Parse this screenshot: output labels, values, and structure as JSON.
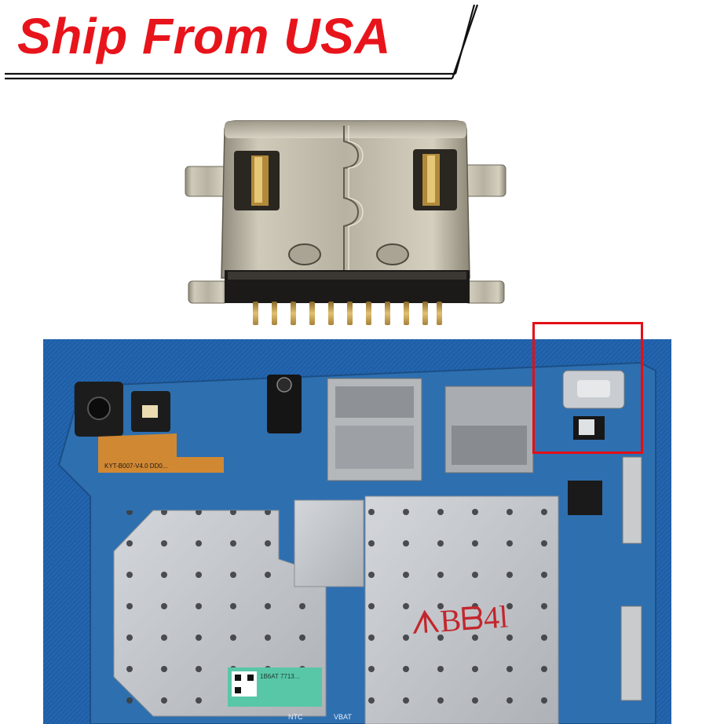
{
  "banner": {
    "title": "Ship From USA",
    "title_color": "#e8141b",
    "line_color": "#111111"
  },
  "product": {
    "connector_icon": "usb-type-c-port-icon",
    "metal_color": "#b9b5a8",
    "pin_color": "#c9a04a"
  },
  "board": {
    "background_color": "#1f5fa8",
    "shield_color": "#c5c8cc",
    "highlight_color": "#e30f16",
    "handwritten_mark": "ᗑBᗷ4l",
    "fpc_label": "KYT-B007-V4.0 DD0...",
    "label_sticker": "1B6AT 7713...",
    "silk_ntc": "NTC",
    "silk_vbat": "VBAT"
  }
}
